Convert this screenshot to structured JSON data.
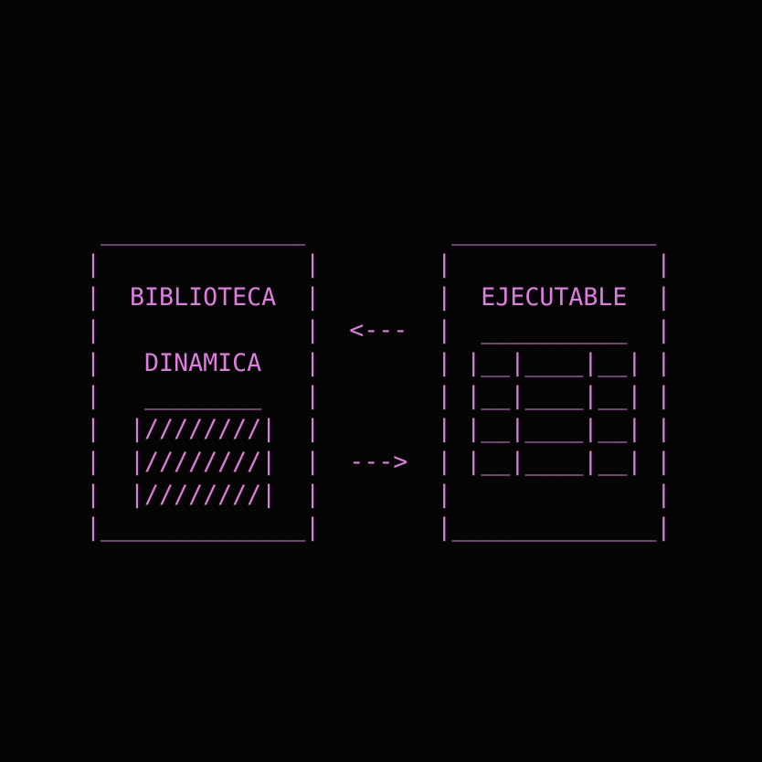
{
  "diagram": {
    "left_box_label": [
      "BIBLIOTECA",
      "DINAMICA"
    ],
    "right_box_label": "EJECUTABLE",
    "arrow_to_library": "<---",
    "arrow_to_executable": "--->",
    "color": "#e07ce0",
    "lines": [
      " ______________          ______________ ",
      "|              |        |              |",
      "|  BIBLIOTECA  |        |  EJECUTABLE  |",
      "|              |  <---  |  __________  |",
      "|   DINAMICA   |        | |__|____|__| |",
      "|   ________   |        | |__|____|__| |",
      "|  |////////|  |        | |__|____|__| |",
      "|  |////////|  |  --->  | |__|____|__| |",
      "|  |////////|  |        |              |",
      "|______________|        |______________|"
    ]
  }
}
